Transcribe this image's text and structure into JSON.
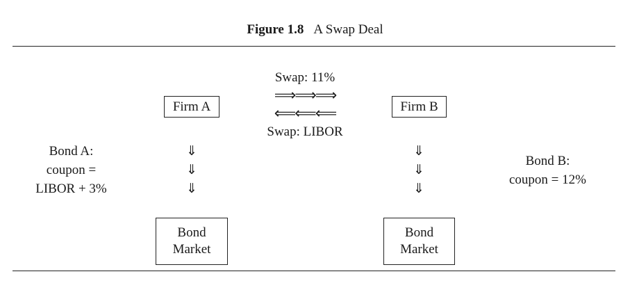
{
  "caption": {
    "number": "Figure 1.8",
    "title": "A Swap Deal"
  },
  "swap": {
    "top_label": "Swap: 11%",
    "bottom_label": "Swap: LIBOR",
    "right_arrows": "⟹⟹⟹",
    "left_arrows": "⟸⟸⟸"
  },
  "firm_a": {
    "label": "Firm A"
  },
  "firm_b": {
    "label": "Firm B"
  },
  "bond_a": {
    "line1": "Bond A:",
    "line2": "coupon =",
    "line3": "LIBOR + 3%"
  },
  "bond_b": {
    "line1": "Bond B:",
    "line2": "coupon  = 12%"
  },
  "down_arrow_glyph": "⇓",
  "market_left": {
    "line1": "Bond",
    "line2": "Market"
  },
  "market_right": {
    "line1": "Bond",
    "line2": "Market"
  }
}
